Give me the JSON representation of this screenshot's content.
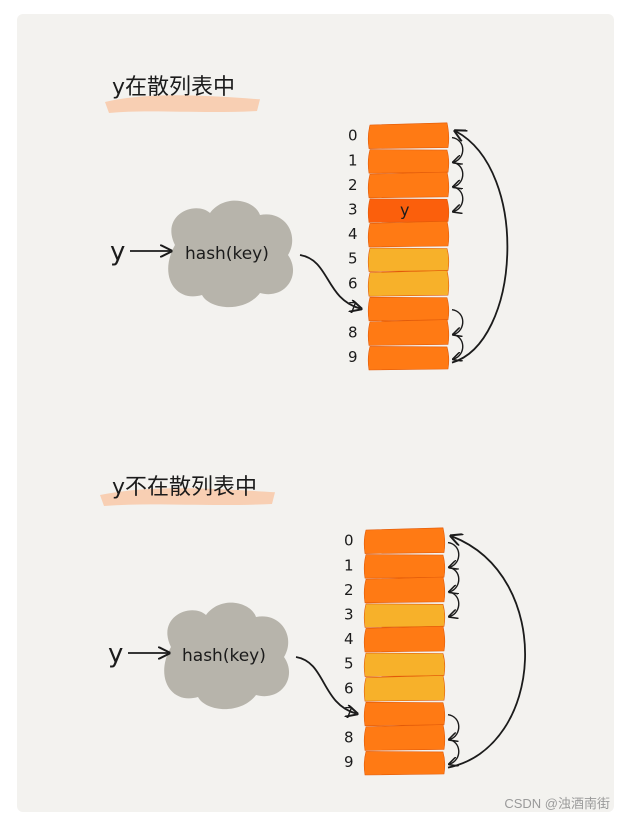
{
  "diagrams": [
    {
      "title": "y在散列表中",
      "input_label": "y",
      "hash_label": "hash(key)",
      "slots": [
        {
          "index": "0",
          "content": "",
          "color": "orange"
        },
        {
          "index": "1",
          "content": "",
          "color": "orange"
        },
        {
          "index": "2",
          "content": "",
          "color": "orange"
        },
        {
          "index": "3",
          "content": "y",
          "color": "dark-orange"
        },
        {
          "index": "4",
          "content": "",
          "color": "orange"
        },
        {
          "index": "5",
          "content": "",
          "color": "yellow"
        },
        {
          "index": "6",
          "content": "",
          "color": "yellow"
        },
        {
          "index": "7",
          "content": "",
          "color": "orange"
        },
        {
          "index": "8",
          "content": "",
          "color": "orange"
        },
        {
          "index": "9",
          "content": "",
          "color": "orange"
        }
      ]
    },
    {
      "title": "y不在散列表中",
      "input_label": "y",
      "hash_label": "hash(key)",
      "slots": [
        {
          "index": "0",
          "content": "",
          "color": "orange"
        },
        {
          "index": "1",
          "content": "",
          "color": "orange"
        },
        {
          "index": "2",
          "content": "",
          "color": "orange"
        },
        {
          "index": "3",
          "content": "",
          "color": "yellow"
        },
        {
          "index": "4",
          "content": "",
          "color": "orange"
        },
        {
          "index": "5",
          "content": "",
          "color": "yellow"
        },
        {
          "index": "6",
          "content": "",
          "color": "yellow"
        },
        {
          "index": "7",
          "content": "",
          "color": "orange"
        },
        {
          "index": "8",
          "content": "",
          "color": "orange"
        },
        {
          "index": "9",
          "content": "",
          "color": "orange"
        }
      ]
    }
  ],
  "colors": {
    "orange": "#ff7a14",
    "dark-orange": "#fb5f0c",
    "yellow": "#f7b12a",
    "highlight": "#f8c9a8",
    "cloud": "#b7b4ab",
    "ink": "#1b1b1b"
  },
  "watermark": "CSDN @浊酒南街"
}
